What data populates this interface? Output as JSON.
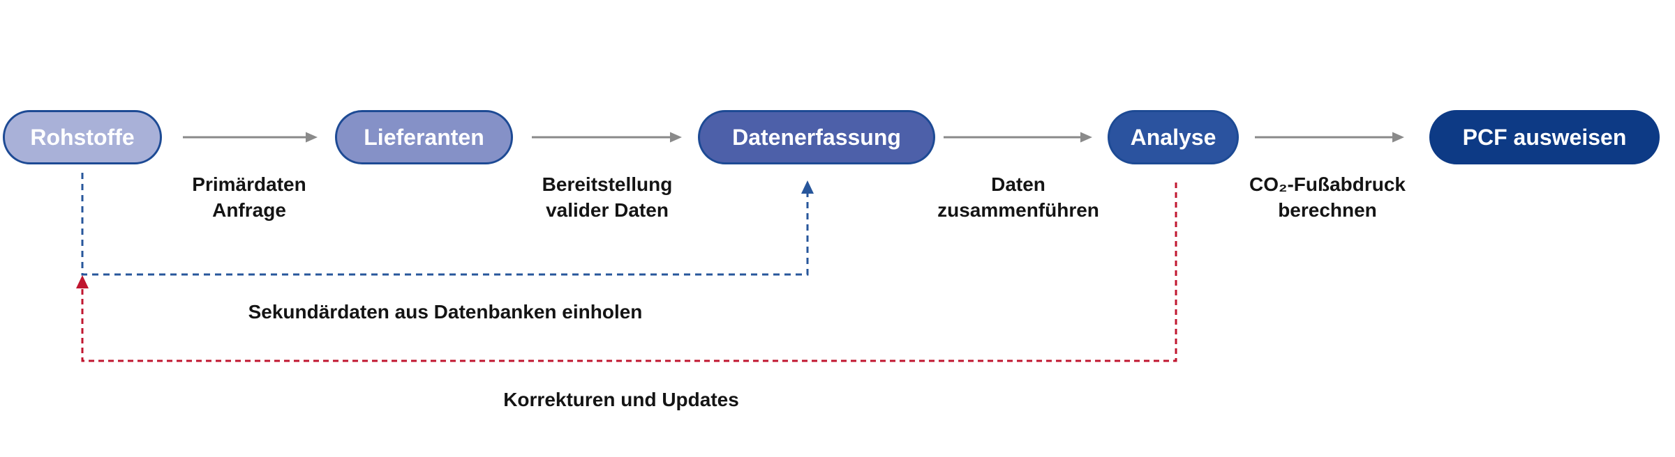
{
  "diagram": {
    "type": "process-flowchart",
    "language": "de",
    "nodes": [
      {
        "id": "rohstoffe",
        "label": "Rohstoffe",
        "fill": "#a9b1d8"
      },
      {
        "id": "lieferanten",
        "label": "Lieferanten",
        "fill": "#8591c7"
      },
      {
        "id": "datenerfassung",
        "label": "Datenerfassung",
        "fill": "#4d60a9"
      },
      {
        "id": "analyse",
        "label": "Analyse",
        "fill": "#2b539f"
      },
      {
        "id": "pcf-ausweisen",
        "label": "PCF ausweisen",
        "fill": "#0d3a85"
      }
    ],
    "step_labels": [
      {
        "between": "rohstoffe-lieferanten",
        "line1": "Primärdaten",
        "line2": "Anfrage"
      },
      {
        "between": "lieferanten-datenerfassung",
        "line1": "Bereitstellung",
        "line2": "valider Daten"
      },
      {
        "between": "datenerfassung-analyse",
        "line1": "Daten",
        "line2": "zusammenführen"
      },
      {
        "between": "analyse-pcf",
        "line1": "CO₂-Fußabdruck",
        "line2": "berechnen"
      }
    ],
    "feedback_loops": [
      {
        "from": "rohstoffe",
        "to": "datenerfassung",
        "style": "dashed",
        "color": "#27569b",
        "label": "Sekundärdaten aus Datenbanken einholen"
      },
      {
        "from": "analyse",
        "to": "rohstoffe",
        "style": "dashed",
        "color": "#c0162f",
        "label": "Korrekturen und Updates"
      }
    ],
    "colors": {
      "background": "#ffffff",
      "node_border": "#1d4a94",
      "node_text": "#ffffff",
      "flow_arrow": "#8a8a8a",
      "label_text": "#141414",
      "secondary_loop": "#27569b",
      "correction_loop": "#c0162f"
    }
  }
}
